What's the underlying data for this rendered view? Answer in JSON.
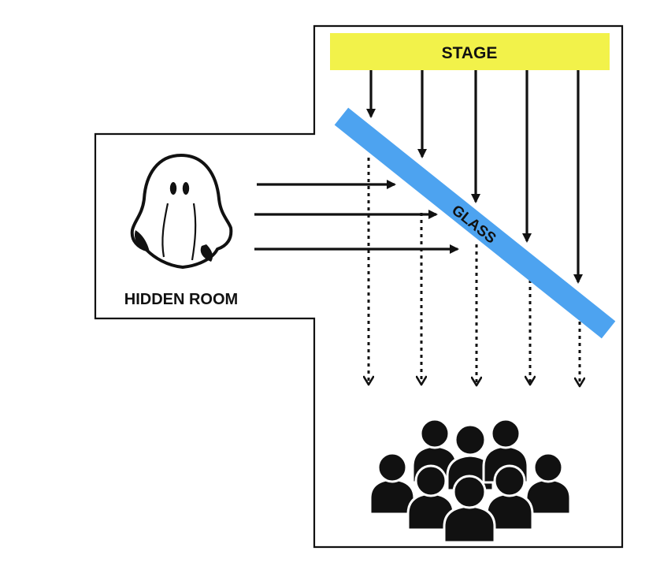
{
  "stage": {
    "label": "STAGE"
  },
  "glass": {
    "label": "GLASS"
  },
  "hidden_room": {
    "label": "HIDDEN ROOM"
  },
  "icons": {
    "ghost": "ghost-icon",
    "audience": "audience-icon"
  },
  "colors": {
    "stage_fill": "#F2F24A",
    "glass_fill": "#4DA3F0",
    "stroke": "#111111",
    "background": "#FFFFFF"
  }
}
